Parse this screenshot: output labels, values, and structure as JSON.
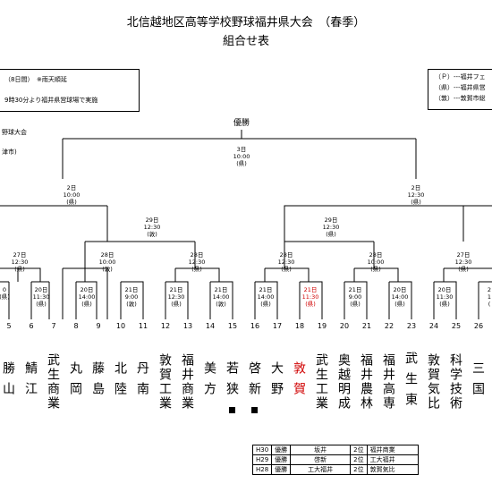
{
  "header": {
    "title": "北信越地区高等学校野球福井県大会　（春季）",
    "subtitle": "組合せ表"
  },
  "notes_left": {
    "line1": "（8日間）　※雨天順延",
    "line2": "9時30分より福井県営球場で実施",
    "line3": "野球大会",
    "line4": "津市)"
  },
  "legend": {
    "l1": "（Ｐ）---福井フェ",
    "l2": "（県）---福井県営",
    "l3": "（敦）---敦賀市総"
  },
  "bracket": {
    "final_label": "優勝",
    "final": [
      "3日",
      "10:00",
      "(県)"
    ],
    "semi_left": [
      "2日",
      "10:00",
      "(県)"
    ],
    "semi_right": [
      "2日",
      "12:30",
      "(県)"
    ],
    "qf_a": [
      "29日",
      "12:30",
      "(敦)"
    ],
    "qf_b": [
      "29日",
      "12:30",
      "(県)"
    ],
    "r2_1": [
      "27日",
      "12:30",
      "(県)"
    ],
    "r2_2": [
      "28日",
      "10:00",
      "(敦)"
    ],
    "r2_3": [
      "28日",
      "12:30",
      "(県)"
    ],
    "r2_4": [
      "28日",
      "12:30",
      "(県)"
    ],
    "r2_5": [
      "28日",
      "10:00",
      "(県)"
    ],
    "r2_6": [
      "27日",
      "12:30",
      "(県)"
    ],
    "r1_1": [
      "",
      "0",
      "(県)"
    ],
    "r1_2": [
      "20日",
      "11:30",
      "(県)"
    ],
    "r1_3": [
      "20日",
      "14:00",
      "(県)"
    ],
    "r1_4": [
      "21日",
      "9:00",
      "(敦)"
    ],
    "r1_5": [
      "21日",
      "12:30",
      "(県)"
    ],
    "r1_6": [
      "21日",
      "14:00",
      "(敦)"
    ],
    "r1_7": [
      "21日",
      "14:00",
      "(県)"
    ],
    "r1_8": [
      "21日",
      "11:30",
      "(県)"
    ],
    "r1_9": [
      "21日",
      "9:00",
      "(県)"
    ],
    "r1_10": [
      "20日",
      "14:00",
      "(県)"
    ],
    "r1_11": [
      "20日",
      "11:30",
      "(県)"
    ],
    "r1_12": [
      "2",
      "1",
      "("
    ]
  },
  "numbers": [
    "5",
    "6",
    "7",
    "8",
    "9",
    "10",
    "11",
    "12",
    "13",
    "14",
    "15",
    "16",
    "17",
    "18",
    "19",
    "20",
    "21",
    "22",
    "23",
    "24",
    "25",
    "26"
  ],
  "teams": [
    {
      "num": "5",
      "name": "勝山"
    },
    {
      "num": "6",
      "name": "鯖江"
    },
    {
      "num": "7",
      "name": "武生商業"
    },
    {
      "num": "8",
      "name": "丸岡"
    },
    {
      "num": "9",
      "name": "藤島"
    },
    {
      "num": "10",
      "name": "北陸"
    },
    {
      "num": "11",
      "name": "丹南"
    },
    {
      "num": "12",
      "name": "敦賀工業"
    },
    {
      "num": "13",
      "name": "福井商業"
    },
    {
      "num": "14",
      "name": "美方"
    },
    {
      "num": "15",
      "name": "若狭"
    },
    {
      "num": "16",
      "name": "啓新"
    },
    {
      "num": "17",
      "name": "大野"
    },
    {
      "num": "18",
      "name": "敦賀"
    },
    {
      "num": "19",
      "name": "武生工業"
    },
    {
      "num": "20",
      "name": "奥越明成"
    },
    {
      "num": "21",
      "name": "福井農林"
    },
    {
      "num": "22",
      "name": "福井高専"
    },
    {
      "num": "23",
      "name": "武生東"
    },
    {
      "num": "24",
      "name": "敦賀気比"
    },
    {
      "num": "25",
      "name": "科学技術"
    },
    {
      "num": "26",
      "name": "三国"
    }
  ],
  "history": [
    {
      "year": "H30",
      "win_label": "優勝",
      "winner": "坂井",
      "second_label": "2位",
      "second": "福井商業"
    },
    {
      "year": "H29",
      "win_label": "優勝",
      "winner": "啓新",
      "second_label": "2位",
      "second": "工大福井"
    },
    {
      "year": "H28",
      "win_label": "優勝",
      "winner": "工大福井",
      "second_label": "2位",
      "second": "敦賀気比"
    }
  ],
  "colors": {
    "highlight": "#d00000"
  }
}
